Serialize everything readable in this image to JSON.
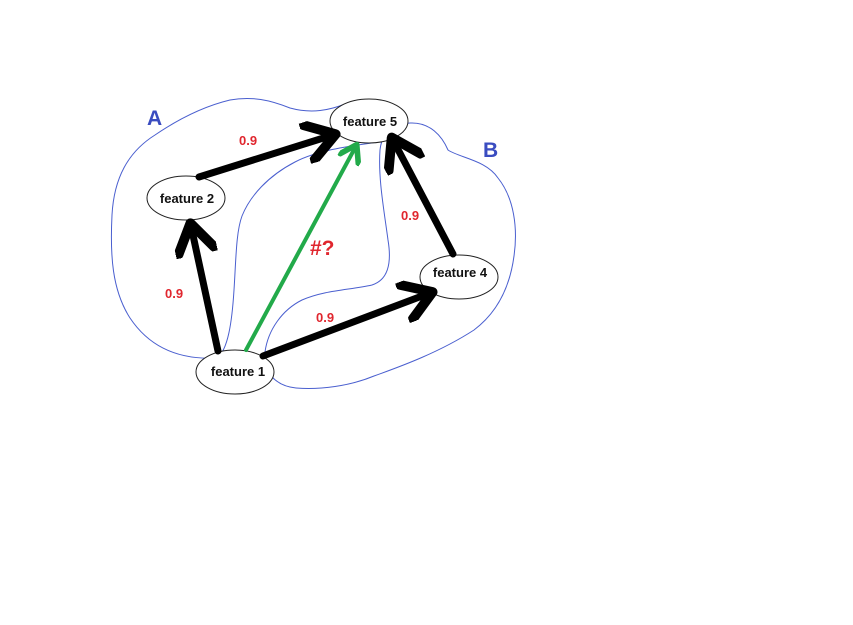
{
  "regions": {
    "a": {
      "label": "A"
    },
    "b": {
      "label": "B"
    }
  },
  "nodes": {
    "feature5": {
      "label": "feature 5"
    },
    "feature2": {
      "label": "feature 2"
    },
    "feature4": {
      "label": "feature 4"
    },
    "feature1": {
      "label": "feature 1"
    }
  },
  "edges": {
    "f2_to_f5": {
      "weight": "0.9"
    },
    "f1_to_f2": {
      "weight": "0.9"
    },
    "f4_to_f5": {
      "weight": "0.9"
    },
    "f1_to_f4": {
      "weight": "0.9"
    },
    "f1_to_f5": {
      "weight": "#?"
    }
  },
  "colors": {
    "region_outline": "#4a5fcf",
    "region_label": "#3a4cc0",
    "edge": "#000000",
    "question_edge": "#22aa4a",
    "weight_label": "#e0262e",
    "node_outline": "#222222"
  }
}
